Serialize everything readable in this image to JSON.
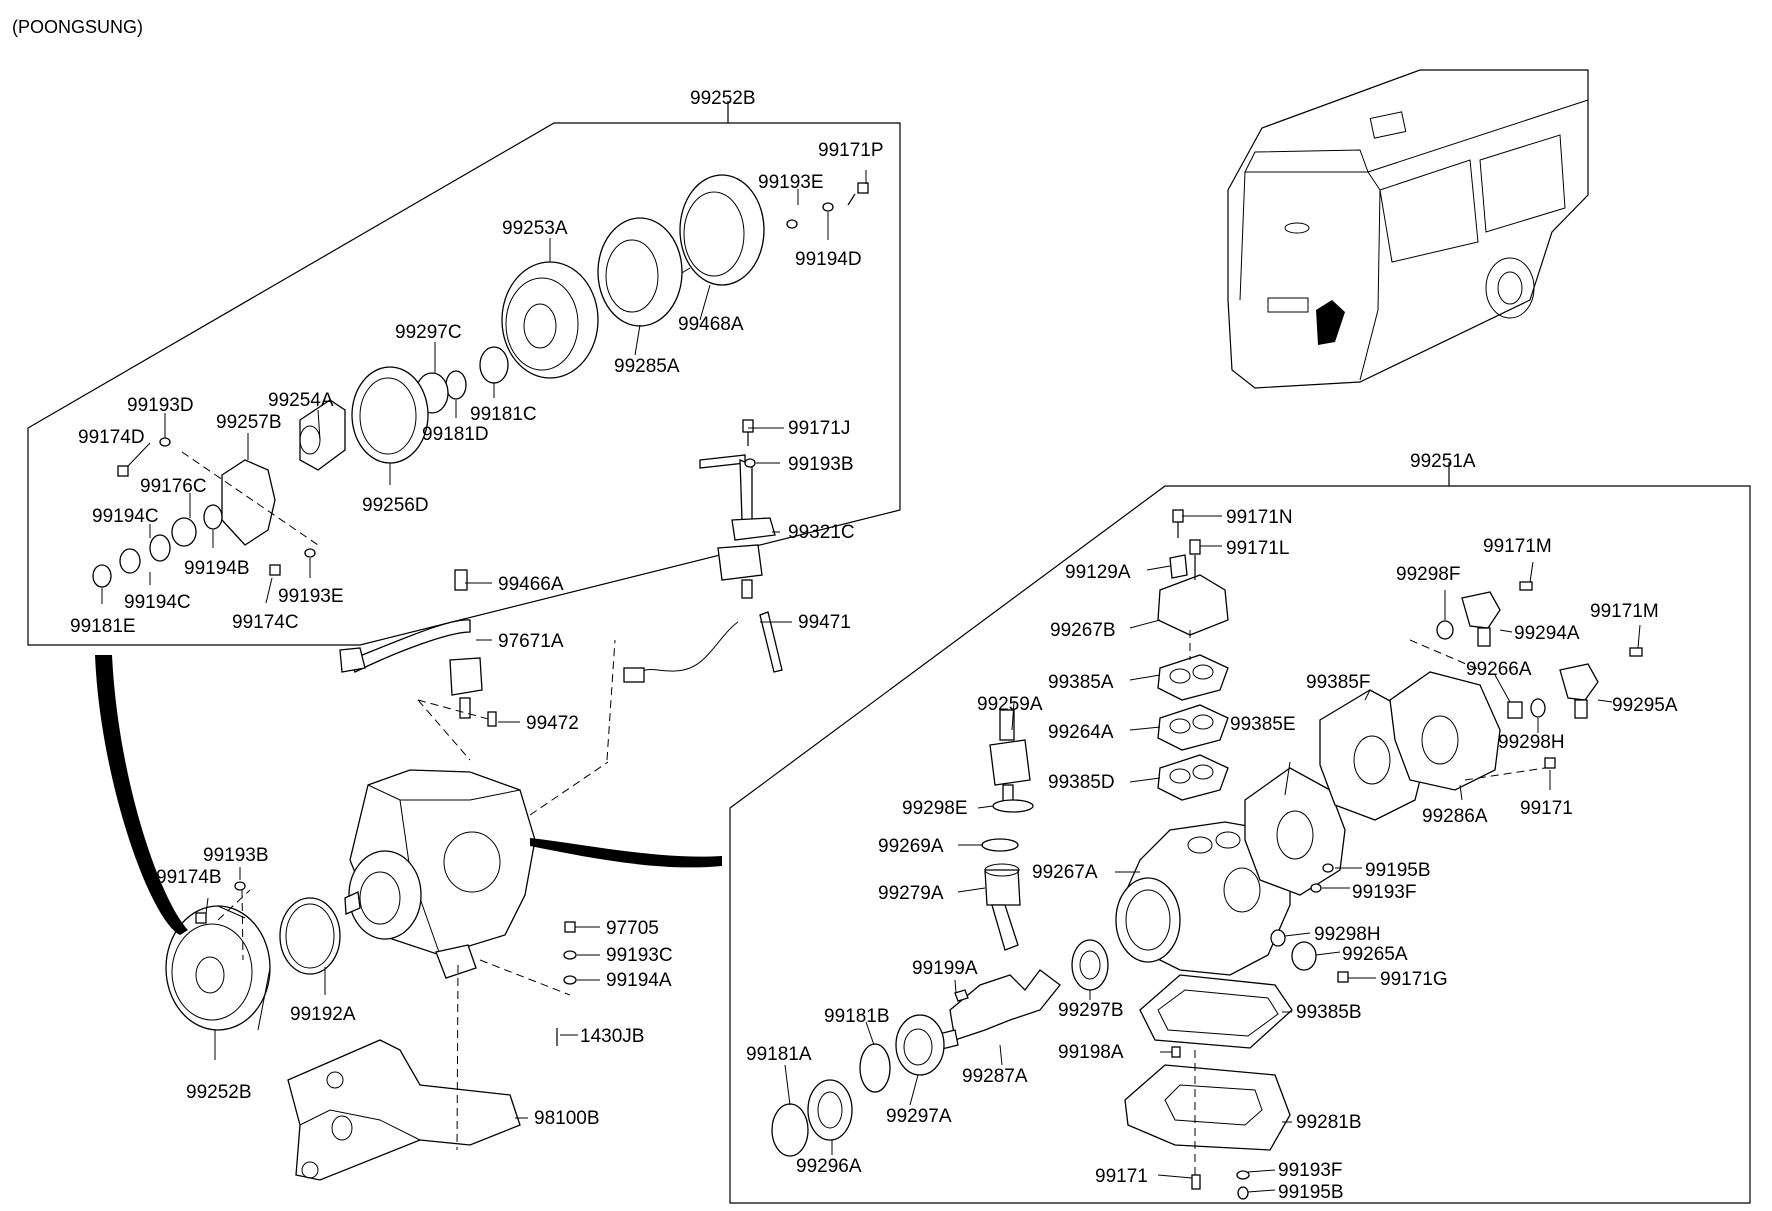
{
  "header": {
    "variant": "(POONGSUNG)"
  },
  "assemblies": {
    "clutch_group": "99252B",
    "compressor_group": "99251A"
  },
  "labels": {
    "p99171P": "99171P",
    "p99193E_a": "99193E",
    "p99194D": "99194D",
    "p99253A": "99253A",
    "p99468A": "99468A",
    "p99285A": "99285A",
    "p99297C": "99297C",
    "p99181C": "99181C",
    "p99181D": "99181D",
    "p99254A": "99254A",
    "p99257B": "99257B",
    "p99193D": "99193D",
    "p99174D": "99174D",
    "p99176C": "99176C",
    "p99256D": "99256D",
    "p99194C_a": "99194C",
    "p99194B": "99194B",
    "p99194C_b": "99194C",
    "p99193E_b": "99193E",
    "p99181E": "99181E",
    "p99174C": "99174C",
    "p99171J": "99171J",
    "p99193B_a": "99193B",
    "p99321C": "99321C",
    "p99466A": "99466A",
    "p97671A": "97671A",
    "p99471": "99471",
    "p99472": "99472",
    "p99193B_b": "99193B",
    "p99174B": "99174B",
    "p97705": "97705",
    "p99193C": "99193C",
    "p99194A": "99194A",
    "p99192A": "99192A",
    "p1430JB": "1430JB",
    "p99252B_b": "99252B",
    "p98100B": "98100B",
    "p99171N": "99171N",
    "p99171L": "99171L",
    "p99129A": "99129A",
    "p99267B": "99267B",
    "p99385A": "99385A",
    "p99259A": "99259A",
    "p99264A": "99264A",
    "p99385D": "99385D",
    "p99298E": "99298E",
    "p99269A": "99269A",
    "p99279A": "99279A",
    "p99199A": "99199A",
    "p99181B": "99181B",
    "p99181A": "99181A",
    "p99297A": "99297A",
    "p99296A": "99296A",
    "p99287A": "99287A",
    "p99297B": "99297B",
    "p99267A": "99267A",
    "p99385E": "99385E",
    "p99385F": "99385F",
    "p99298F": "99298F",
    "p99171M_a": "99171M",
    "p99294A": "99294A",
    "p99171M_b": "99171M",
    "p99266A": "99266A",
    "p99295A": "99295A",
    "p99298H_a": "99298H",
    "p99286A": "99286A",
    "p99171_a": "99171",
    "p99195B_a": "99195B",
    "p99193F_a": "99193F",
    "p99298H_b": "99298H",
    "p99265A": "99265A",
    "p99171G": "99171G",
    "p99385B": "99385B",
    "p99198A": "99198A",
    "p99281B": "99281B",
    "p99171_b": "99171",
    "p99193F_b": "99193F",
    "p99195B_b": "99195B"
  }
}
